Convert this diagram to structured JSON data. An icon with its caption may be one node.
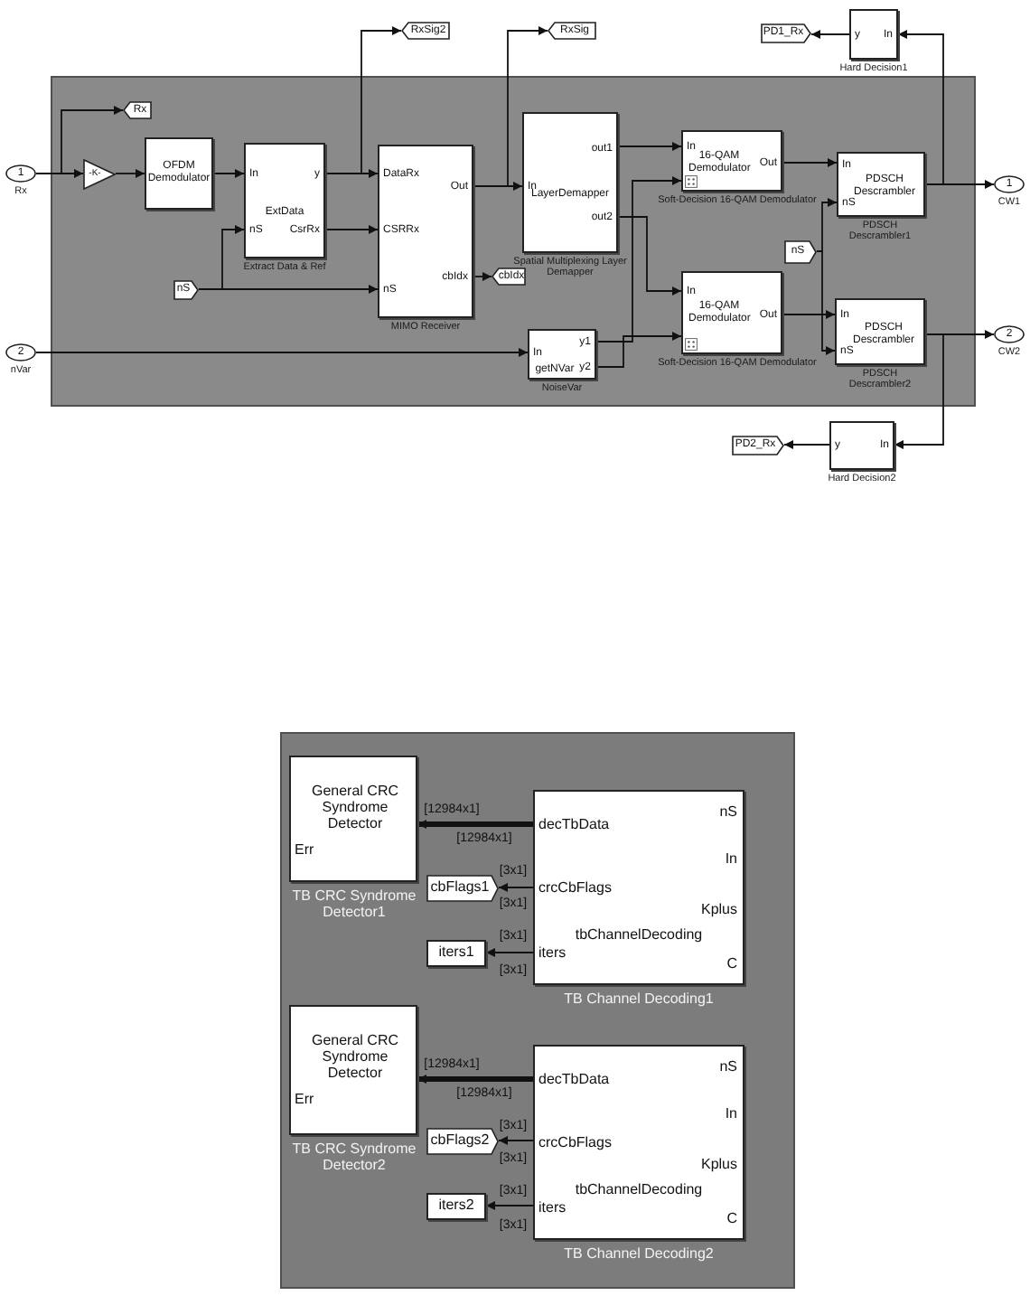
{
  "diagram": {
    "nodes": [
      {
        "text": [],
        "shape": "box"
      },
      {
        "text": [
          "1"
        ],
        "beside": [
          "Rx"
        ]
      },
      {
        "text": [
          "2"
        ],
        "beside": [
          "nVar"
        ]
      },
      {
        "text": [
          "Rx"
        ],
        "in": 0
      },
      {
        "text": [
          "-K-"
        ],
        "in": 0
      },
      {
        "text": [
          "OFDM Demodulator"
        ],
        "in": 0
      },
      {
        "text": [
          "ExtData",
          "In",
          "nS",
          "y",
          "CsrRx"
        ],
        "beside": [
          "Extract Data & Ref"
        ],
        "in": 0
      },
      {
        "text": [
          "nS"
        ],
        "in": 0
      },
      {
        "text": [
          "DataRx",
          "CSRRx",
          "nS",
          "Out",
          "cbIdx"
        ],
        "beside": [
          "MIMO Receiver"
        ],
        "in": 0
      },
      {
        "text": [
          "RxSig2"
        ]
      },
      {
        "text": [
          "RxSig"
        ]
      },
      {
        "text": [
          "LayerDemapper",
          "In",
          "out1",
          "out2"
        ],
        "beside": [
          "Spatial Multiplexing Layer Demapper"
        ],
        "in": 0
      },
      {
        "text": [
          "cbIdx"
        ],
        "in": 0
      },
      {
        "text": [
          "getNVar",
          "In",
          "y1",
          "y2"
        ],
        "beside": [
          "NoiseVar"
        ],
        "in": 0
      },
      {
        "text": [
          "In",
          "16-QAM Demodulator",
          "Out"
        ],
        "beside": [
          "Soft-Decision 16-QAM Demodulator"
        ],
        "in": 0
      },
      {
        "text": [
          "In",
          "16-QAM Demodulator",
          "Out"
        ],
        "beside": [
          "Soft-Decision 16-QAM Demodulator"
        ],
        "in": 0
      },
      {
        "text": [
          "PDSCH Descrambler",
          "In",
          "nS"
        ],
        "beside": [
          "PDSCH Descrambler1"
        ],
        "in": 0
      },
      {
        "text": [
          "nS"
        ],
        "in": 0
      },
      {
        "text": [
          "PDSCH Descrambler",
          "In",
          "nS"
        ],
        "beside": [
          "PDSCH Descrambler2"
        ],
        "in": 0
      },
      {
        "text": [
          "1"
        ],
        "beside": [
          "CW1"
        ]
      },
      {
        "text": [
          "2"
        ],
        "beside": [
          "CW2"
        ]
      },
      {
        "text": [
          "y",
          "In"
        ],
        "beside": [
          "Hard Decision1"
        ]
      },
      {
        "text": [
          "PD1_Rx"
        ]
      },
      {
        "text": [
          "y",
          "In"
        ],
        "beside": [
          "Hard Decision2"
        ]
      },
      {
        "text": [
          "PD2_Rx"
        ]
      },
      {
        "text": [],
        "shape": "box"
      },
      {
        "text": [
          "General CRC Syndrome Detector",
          "Err"
        ],
        "beside": [
          "TB CRC Syndrome Detector1"
        ],
        "in": 25
      },
      {
        "text": [
          "cbFlags1"
        ],
        "in": 25
      },
      {
        "text": [
          "iters1"
        ],
        "in": 25
      },
      {
        "text": [
          "tbChannelDecoding",
          "decTbData",
          "crcCbFlags",
          "iters",
          "nS",
          "In",
          "Kplus",
          "C"
        ],
        "beside": [
          "TB Channel Decoding1"
        ],
        "in": 25
      },
      {
        "text": [
          "General CRC Syndrome Detector",
          "Err"
        ],
        "beside": [
          "TB CRC Syndrome Detector2"
        ],
        "in": 25
      },
      {
        "text": [
          "cbFlags2"
        ],
        "in": 25
      },
      {
        "text": [
          "iters2"
        ],
        "in": 25
      },
      {
        "text": [
          "tbChannelDecoding",
          "decTbData",
          "crcCbFlags",
          "iters",
          "nS",
          "In",
          "Kplus",
          "C"
        ],
        "beside": [
          "TB Channel Decoding2"
        ],
        "in": 25
      }
    ],
    "edges": [
      {
        "from": 1,
        "to": 4,
        "arrow": "to"
      },
      {
        "from": 1,
        "to": 3,
        "arrow": "to"
      },
      {
        "from": 4,
        "to": 5,
        "arrow": "to"
      },
      {
        "from": 5,
        "to": 6,
        "arrow": "to"
      },
      {
        "from": 6,
        "to": 8,
        "arrow": "to"
      },
      {
        "from": 6,
        "to": 9,
        "arrow": "to"
      },
      {
        "from": 6,
        "to": 8,
        "arrow": "to"
      },
      {
        "from": 7,
        "to": 6,
        "arrow": "to"
      },
      {
        "from": 7,
        "to": 8,
        "arrow": "to"
      },
      {
        "from": 8,
        "to": 11,
        "arrow": "to"
      },
      {
        "from": 8,
        "to": 10,
        "arrow": "to"
      },
      {
        "from": 8,
        "to": 12,
        "arrow": "to"
      },
      {
        "from": 2,
        "to": 13,
        "arrow": "to"
      },
      {
        "from": 11,
        "to": 14,
        "arrow": "to"
      },
      {
        "from": 11,
        "to": 15,
        "arrow": "to"
      },
      {
        "from": 13,
        "to": 14,
        "arrow": "to"
      },
      {
        "from": 13,
        "to": 15,
        "arrow": "to"
      },
      {
        "from": 14,
        "to": 16,
        "arrow": "to"
      },
      {
        "from": 15,
        "to": 18,
        "arrow": "to"
      },
      {
        "from": 17,
        "to": 16,
        "arrow": "to"
      },
      {
        "from": 17,
        "to": 18,
        "arrow": "to"
      },
      {
        "from": 16,
        "to": 19,
        "arrow": "to"
      },
      {
        "from": 16,
        "to": 21,
        "arrow": "to"
      },
      {
        "from": 18,
        "to": 20,
        "arrow": "to"
      },
      {
        "from": 18,
        "to": 23,
        "arrow": "to"
      },
      {
        "from": 21,
        "to": 22,
        "arrow": "to"
      },
      {
        "from": 23,
        "to": 24,
        "arrow": "to"
      },
      {
        "from": 29,
        "to": 26,
        "arrow": "to",
        "label": "[12984x1]",
        "style": "thick"
      },
      {
        "from": 29,
        "to": 27,
        "arrow": "to"
      },
      {
        "from": 29,
        "to": 28,
        "arrow": "to"
      },
      {
        "from": 33,
        "to": 30,
        "arrow": "to",
        "label": "[12984x1]",
        "style": "thick"
      },
      {
        "from": 33,
        "to": 31,
        "arrow": "to"
      },
      {
        "from": 33,
        "to": 32,
        "arrow": "to"
      }
    ],
    "labels": [
      "[12984x1]",
      "[3x1]",
      "[3x1]",
      "[3x1]",
      "[3x1]",
      "[12984x1]",
      "[3x1]",
      "[3x1]",
      "[3x1]",
      "[3x1]"
    ]
  }
}
